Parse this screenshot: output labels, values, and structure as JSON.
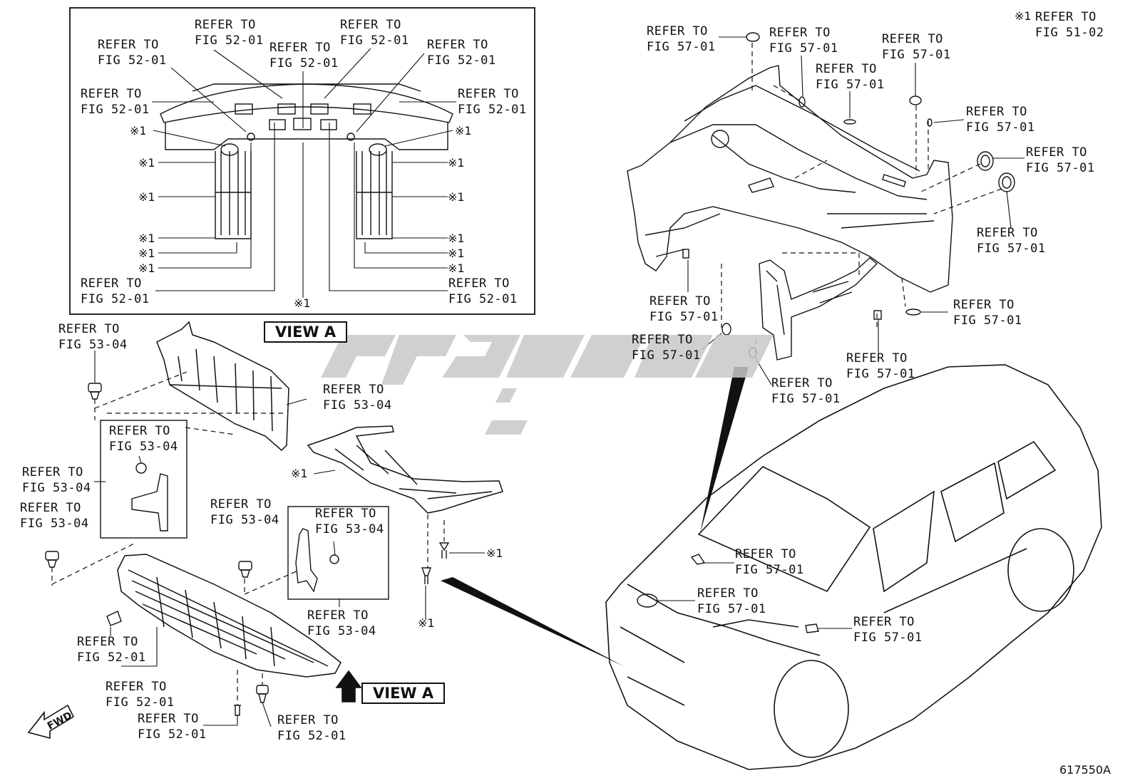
{
  "figure_code": "617550A",
  "footnote": {
    "mark": "※1",
    "text": "REFER TO\nFIG 51-02"
  },
  "view_a_label": "VIEW A",
  "fwd_label": "FWD",
  "marks": {
    "star1": "※1"
  },
  "labels": {
    "fig_52_01": "REFER TO\nFIG 52-01",
    "fig_53_04": "REFER TO\nFIG 53-04",
    "fig_57_01": "REFER TO\nFIG 57-01"
  },
  "watermark_color": "#c8c8c8"
}
